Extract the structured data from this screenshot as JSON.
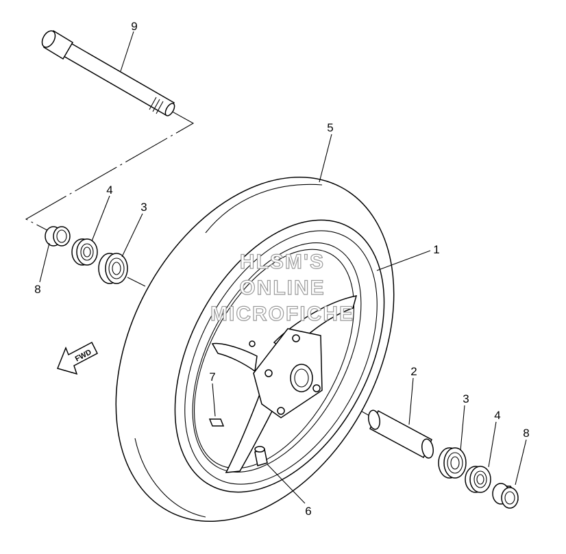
{
  "callouts": {
    "axle": "9",
    "tire": "5",
    "wheel": "1",
    "collar": "2",
    "bearing_left": "3",
    "bearing_right": "3",
    "seal_left": "4",
    "seal_right": "4",
    "spacer_left": "8",
    "spacer_right": "8",
    "balance_weight": "7",
    "valve": "6"
  },
  "watermark": {
    "line1": "HLSM'S",
    "line2": "ONLINE",
    "line3": "MICROFICHE"
  },
  "fwd_label": "FWD"
}
